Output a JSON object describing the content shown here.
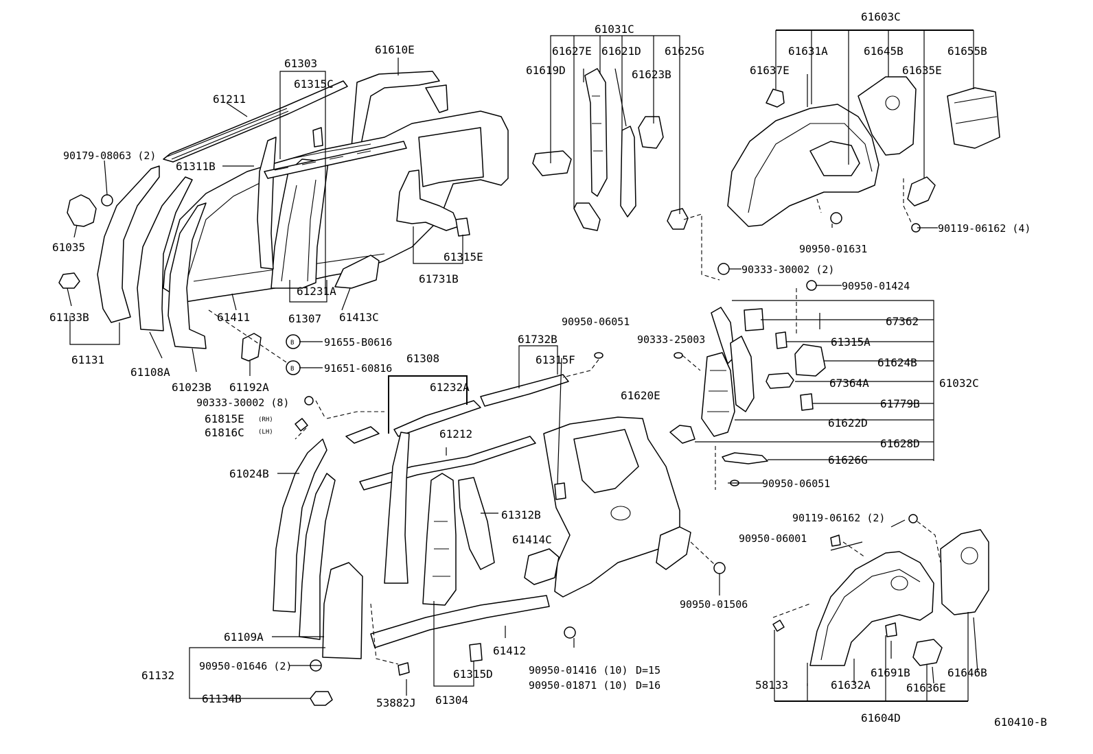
{
  "diagram_id": "610410-B",
  "labels": {
    "p61610E": "61610E",
    "p61303": "61303",
    "p61315C": "61315C",
    "p61211": "61211",
    "p90179_08063": "90179-08063 (2)",
    "p61311B": "61311B",
    "p61035": "61035",
    "p61133B": "61133B",
    "p61131": "61131",
    "p61108A": "61108A",
    "p61023B": "61023B",
    "p61192A": "61192A",
    "p91655": "91655-B0616",
    "p91651": "91651-60816",
    "p61411": "61411",
    "p61231A": "61231A",
    "p61307": "61307",
    "p61413C": "61413C",
    "p61315E": "61315E",
    "p61731B": "61731B",
    "p61031C": "61031C",
    "p61627E": "61627E",
    "p61621D": "61621D",
    "p61625G": "61625G",
    "p61619D": "61619D",
    "p61623B": "61623B",
    "p61603C": "61603C",
    "p61631A": "61631A",
    "p61645B": "61645B",
    "p61655B": "61655B",
    "p61637E": "61637E",
    "p61635E": "61635E",
    "p90119_06162_4": "90119-06162 (4)",
    "p90950_01631": "90950-01631",
    "p90333_30002_2": "90333-30002 (2)",
    "p90950_01424": "90950-01424",
    "p67362": "67362",
    "p61315A": "61315A",
    "p61624B": "61624B",
    "p67364A": "67364A",
    "p61032C": "61032C",
    "p61779B": "61779B",
    "p61622D": "61622D",
    "p61628D": "61628D",
    "p61626G": "61626G",
    "p90950_06051b": "90950-06051",
    "p90333_25003": "90333-25003",
    "p90950_06051a": "90950-06051",
    "p61732B": "61732B",
    "p61315F": "61315F",
    "p61308": "61308",
    "p61232A": "61232A",
    "p61620E": "61620E",
    "p90333_30002_8": "90333-30002 (8)",
    "p61815E": "61815E",
    "p61815E_sfx": "(RH)",
    "p61816C": "61816C",
    "p61816C_sfx": "(LH)",
    "p61212": "61212",
    "p61024B": "61024B",
    "p61312B": "61312B",
    "p61414C": "61414C",
    "p61109A": "61109A",
    "p61132": "61132",
    "p90950_01646": "90950-01646 (2)",
    "p61134B": "61134B",
    "p53882J": "53882J",
    "p61304": "61304",
    "p61315D": "61315D",
    "p61412": "61412",
    "p90950_01416": "90950-01416 (10)",
    "p90950_01416_d": "D=15",
    "p90950_01871": "90950-01871 (10)",
    "p90950_01871_d": "D=16",
    "p90950_01506": "90950-01506",
    "p90119_06162_2": "90119-06162 (2)",
    "p90950_06001": "90950-06001",
    "p58133": "58133",
    "p61632A": "61632A",
    "p61691B": "61691B",
    "p61636E": "61636E",
    "p61646B": "61646B",
    "p61604D": "61604D",
    "circleB1": "B",
    "circleB2": "B"
  },
  "colors": {
    "line": "#000000",
    "background": "#ffffff"
  }
}
